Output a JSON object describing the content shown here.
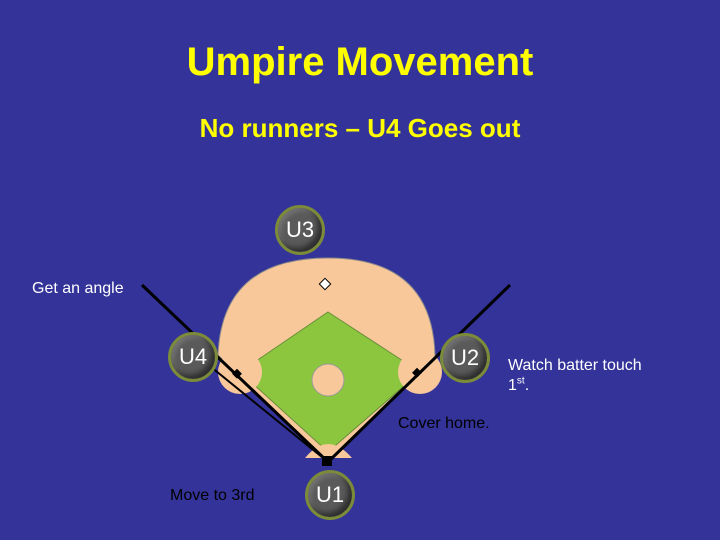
{
  "title": "Umpire Movement",
  "subtitle": "No runners – U4 Goes out",
  "umpires": {
    "u1": "U1",
    "u2": "U2",
    "u3": "U3",
    "u4": "U4"
  },
  "notes": {
    "get_angle": "Get an angle",
    "watch_batter_line1": "Watch batter touch",
    "watch_batter_base": "1",
    "watch_batter_sup": "st",
    "watch_batter_end": ".",
    "cover_home": "Cover home.",
    "move_to_third": "Move to 3rd"
  },
  "colors": {
    "background": "#333399",
    "title": "#ffff00",
    "dirt": "#f8c89a",
    "grass": "#8cc63e",
    "line": "#000000",
    "umpire": "#5a5a5a"
  }
}
